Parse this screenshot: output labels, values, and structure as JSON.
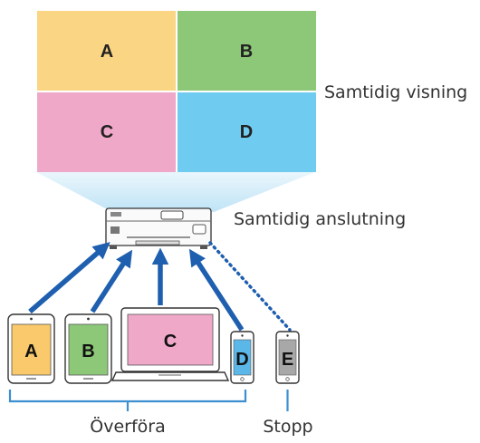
{
  "screen": {
    "cells": [
      {
        "label": "A",
        "color": "#FAD583"
      },
      {
        "label": "B",
        "color": "#8DC879"
      },
      {
        "label": "C",
        "color": "#F0A8C8"
      },
      {
        "label": "D",
        "color": "#6FCBF0"
      }
    ],
    "caption": "Samtidig visning"
  },
  "projector": {
    "caption": "Samtidig anslutning"
  },
  "devices": [
    {
      "label": "A",
      "kind": "tablet",
      "color": "#F9C96B"
    },
    {
      "label": "B",
      "kind": "tablet",
      "color": "#8DC879"
    },
    {
      "label": "C",
      "kind": "laptop",
      "color": "#F0A8C8"
    },
    {
      "label": "D",
      "kind": "phone",
      "color": "#5AB7E8"
    },
    {
      "label": "E",
      "kind": "phone",
      "color": "#A8A8A8"
    }
  ],
  "groups": {
    "transmit_label": "Överföra",
    "stop_label": "Stopp"
  },
  "colors": {
    "arrow": "#1F5FAF",
    "bracket": "#3D8FD0",
    "beam": "#CDEAF8"
  }
}
